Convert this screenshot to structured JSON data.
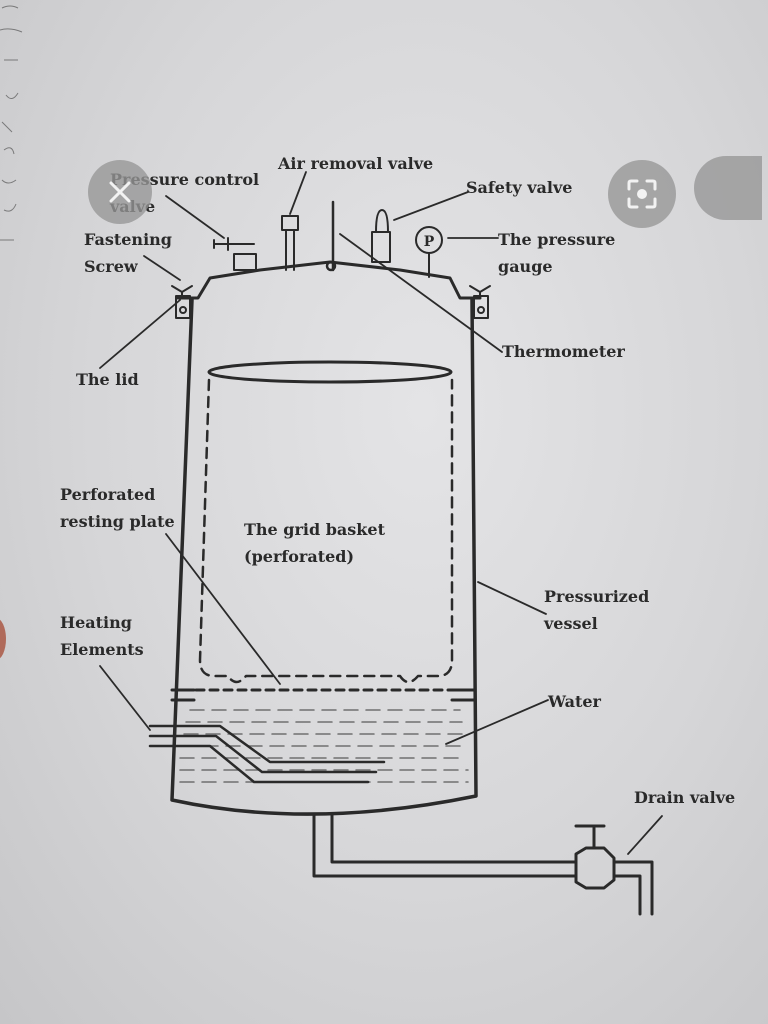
{
  "labels": {
    "air_removal_valve": "Air removal valve",
    "pressure_control_valve": "Pressure control\nvalve",
    "safety_valve": "Safety valve",
    "fastening_screw": "Fastening\nScrew",
    "pressure_gauge": "The pressure\ngauge",
    "gauge_symbol": "P",
    "thermometer": "Thermometer",
    "lid": "The lid",
    "perforated_resting_plate": "Perforated\nresting plate",
    "grid_basket": "The grid basket\n(perforated)",
    "pressurized_vessel": "Pressurized\nvessel",
    "heating_elements": "Heating\nElements",
    "water": "Water",
    "drain_valve": "Drain valve"
  },
  "colors": {
    "ink": "#2a2a2a",
    "paper": "#dcdcde",
    "overlay": "#969696"
  },
  "icons": {
    "close": "close-icon",
    "lens": "lens-search-icon"
  }
}
